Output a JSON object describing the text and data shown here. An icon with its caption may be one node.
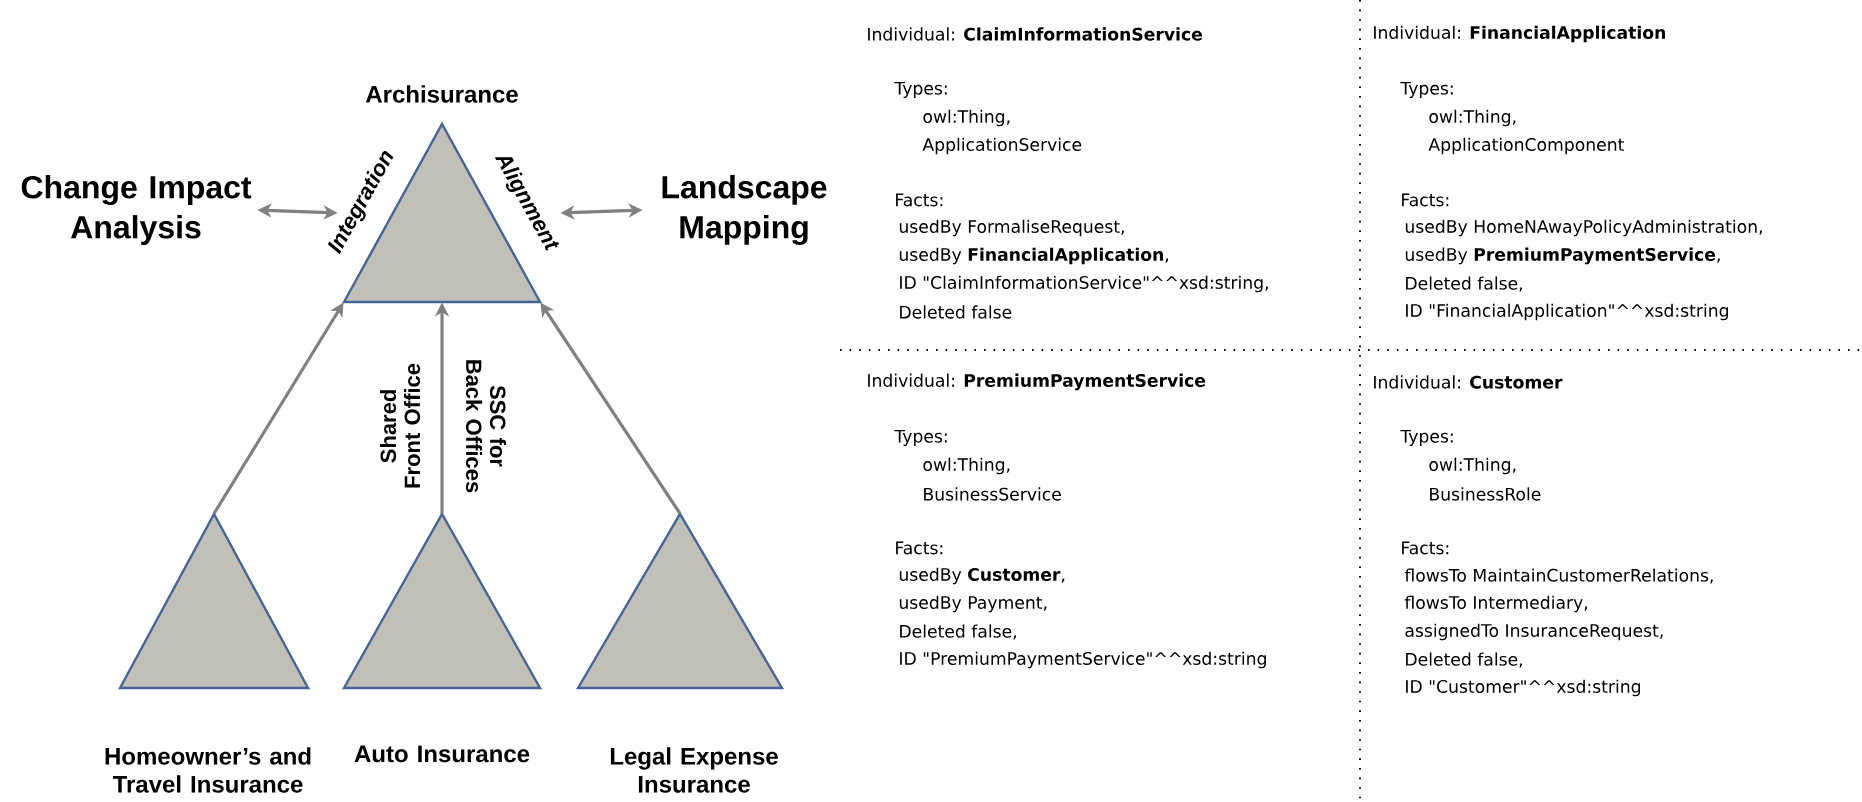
{
  "diagram": {
    "nodes": [
      {
        "text": [
          "Archisurance"
        ],
        "beside": [
          "Integration",
          "Alignment"
        ]
      },
      {
        "text": [
          "Change Impact Analysis"
        ]
      },
      {
        "text": [
          "Landscape Mapping"
        ]
      },
      {
        "text": [
          "Homeowner’s and Travel Insurance"
        ]
      },
      {
        "text": [
          "Auto Insurance"
        ]
      },
      {
        "text": [
          "Legal Expense Insurance"
        ]
      }
    ],
    "edges": [
      {
        "from": 1,
        "to": 0,
        "arrow": "both"
      },
      {
        "from": 0,
        "to": 2,
        "arrow": "both"
      },
      {
        "from": 3,
        "to": 0,
        "arrow": "to"
      },
      {
        "from": 4,
        "to": 0,
        "arrow": "to"
      },
      {
        "from": 5,
        "to": 0,
        "arrow": "to"
      }
    ],
    "labels": [
      "Shared Front Office",
      "SSC for Back Offices",
      "Individual: **ClaimInformationService**",
      "Types:",
      "owl:Thing,",
      "ApplicationService",
      "Facts:",
      "usedBy FormaliseRequest,",
      "usedBy **FinancialApplication**,",
      "ID \"ClaimInformationService\"^^xsd:string,",
      "Deleted false",
      "Individual: **FinancialApplication**",
      "Types:",
      "owl:Thing,",
      "ApplicationComponent",
      "Facts:",
      "usedBy HomeNAwayPolicyAdministration,",
      "usedBy **PremiumPaymentService**,",
      "Deleted false,",
      "ID \"FinancialApplication\"^^xsd:string",
      "Individual: **PremiumPaymentService**",
      "Types:",
      "owl:Thing,",
      "BusinessService",
      "Facts:",
      "usedBy **Customer**,",
      "usedBy Payment,",
      "Deleted false,",
      "ID \"PremiumPaymentService\"^^xsd:string",
      "Individual: **Customer**",
      "Types:",
      "owl:Thing,",
      "BusinessRole",
      "Facts:",
      "flowsTo MaintainCustomerRelations,",
      "flowsTo Intermediary,",
      "assignedTo InsuranceRequest,",
      "Deleted false,",
      "ID \"Customer\"^^xsd:string"
    ]
  }
}
